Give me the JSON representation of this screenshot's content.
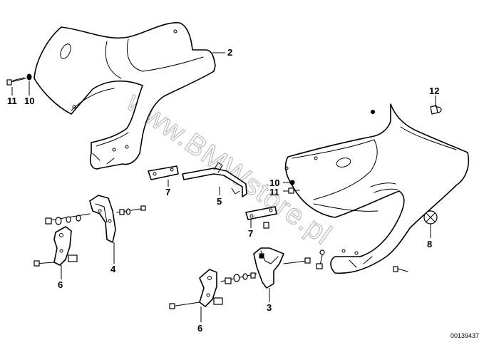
{
  "diagram": {
    "watermark": "www.BMWstore.pl",
    "drawing_code": "00139437",
    "callouts": [
      {
        "id": "c2",
        "text": "2"
      },
      {
        "id": "c11a",
        "text": "11"
      },
      {
        "id": "c10a",
        "text": "10"
      },
      {
        "id": "c12",
        "text": "12"
      },
      {
        "id": "c10b",
        "text": "10"
      },
      {
        "id": "c11b",
        "text": "11"
      },
      {
        "id": "c7a",
        "text": "7"
      },
      {
        "id": "c5",
        "text": "5"
      },
      {
        "id": "c7b",
        "text": "7"
      },
      {
        "id": "c8",
        "text": "8"
      },
      {
        "id": "c4",
        "text": "4"
      },
      {
        "id": "c6a",
        "text": "6"
      },
      {
        "id": "c3",
        "text": "3"
      },
      {
        "id": "c6b",
        "text": "6"
      }
    ]
  }
}
